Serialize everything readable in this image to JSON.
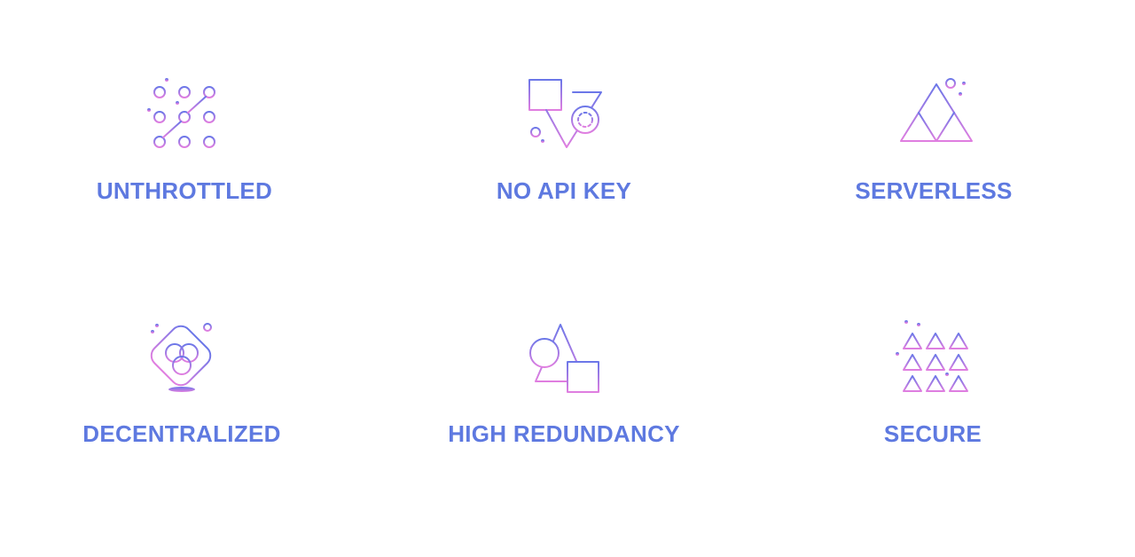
{
  "colors": {
    "label": "#5e79e0",
    "icon_gradient_top": "#6b77e8",
    "icon_gradient_bottom": "#e07ee0"
  },
  "features": [
    {
      "label": "UNTHROTTLED",
      "icon": "dot-grid-path-icon"
    },
    {
      "label": "NO API KEY",
      "icon": "square-triangle-circle-icon"
    },
    {
      "label": "SERVERLESS",
      "icon": "triangle-pyramid-icon"
    },
    {
      "label": "DECENTRALIZED",
      "icon": "diamond-circles-icon"
    },
    {
      "label": "HIGH REDUNDANCY",
      "icon": "triangle-circle-square-icon"
    },
    {
      "label": "SECURE",
      "icon": "triangle-grid-icon"
    }
  ]
}
